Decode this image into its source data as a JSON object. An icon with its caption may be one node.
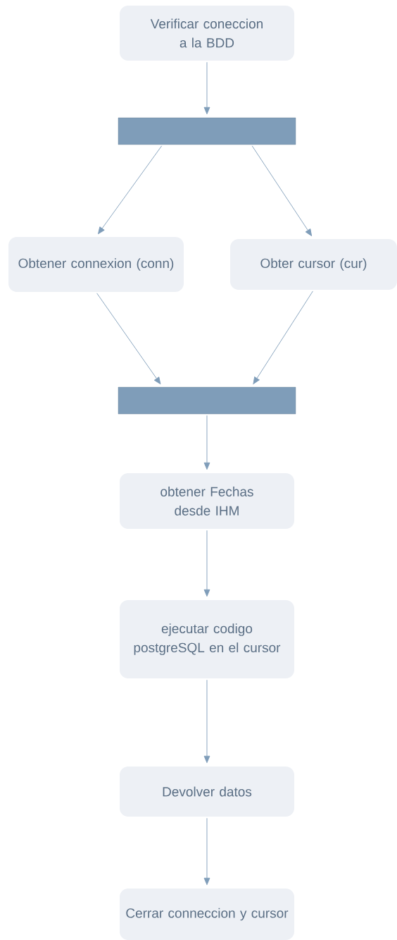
{
  "diagram": {
    "nodes": [
      {
        "text": [
          "Verificar coneccion a la BDD"
        ]
      },
      {
        "text": [],
        "shape": "bar"
      },
      {
        "text": [
          "Obtener connexion (conn)"
        ]
      },
      {
        "text": [
          "Obter cursor (cur)"
        ]
      },
      {
        "text": [],
        "shape": "bar"
      },
      {
        "text": [
          "obtener Fechas desde IHM"
        ]
      },
      {
        "text": [
          "ejecutar codigo postgreSQL en el cursor"
        ]
      },
      {
        "text": [
          "Devolver datos"
        ]
      },
      {
        "text": [
          "Cerrar conneccion y cursor"
        ]
      }
    ],
    "edges": [
      {
        "from": 0,
        "to": 1,
        "arrow": "to"
      },
      {
        "from": 1,
        "to": 2,
        "arrow": "to"
      },
      {
        "from": 1,
        "to": 3,
        "arrow": "to"
      },
      {
        "from": 2,
        "to": 4,
        "arrow": "to"
      },
      {
        "from": 3,
        "to": 4,
        "arrow": "to"
      },
      {
        "from": 4,
        "to": 5,
        "arrow": "to"
      },
      {
        "from": 5,
        "to": 6,
        "arrow": "to"
      },
      {
        "from": 6,
        "to": 7,
        "arrow": "to"
      },
      {
        "from": 7,
        "to": 8,
        "arrow": "to"
      }
    ]
  }
}
